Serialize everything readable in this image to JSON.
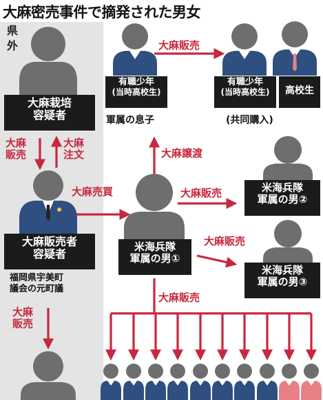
{
  "title": "大麻密売事件で摘発された男女",
  "prefecture_tag": "県外",
  "nodes": {
    "cultivation_suspect": {
      "line1": "大麻栽培",
      "line2": "容疑者"
    },
    "sales_suspect": {
      "line1": "大麻販売者",
      "line2": "容疑者"
    },
    "sales_suspect_note": {
      "line1": "福岡県宇美町",
      "line2": "議会の元町議"
    },
    "marine_man_1": {
      "line1": "米海兵隊",
      "line2": "軍属の男①"
    },
    "marine_man_2": {
      "line1": "米海兵隊",
      "line2": "軍属の男②"
    },
    "marine_man_3": {
      "line1": "米海兵隊",
      "line2": "軍属の男③"
    },
    "youth_a": {
      "line1": "有職少年",
      "line2": "(当時高校生)",
      "note": "軍属の息子"
    },
    "youth_b": {
      "line1": "有職少年",
      "line2": "(当時高校生)"
    },
    "high_school_student": {
      "line1": "高校生"
    },
    "joint_purchase": "(共同購入)"
  },
  "edges": {
    "sale_between_youths": "大麻販売",
    "sale_cultivator_to_seller": {
      "line1": "大麻",
      "line2": "販売"
    },
    "order_seller_to_cultivator": {
      "line1": "大麻",
      "line2": "注文"
    },
    "transfer_man1_to_youth": "大麻譲渡",
    "buy_sell_seller_man1": "大麻売買",
    "sale_man1_to_man2": "大麻販売",
    "sale_man1_to_man3": "大麻販売",
    "sale_man1_to_group": "大麻販売",
    "sale_seller_to_bottom": {
      "line1": "大麻",
      "line2": "販売"
    }
  },
  "colors": {
    "arrow": "#c8273d",
    "label_box": "#1b1b1b",
    "left_panel": "#e4e4e4",
    "figure_gray": "#6e6e6e",
    "figure_blue": "#2e4f7f",
    "figure_pink": "#e87f87"
  },
  "icons": {
    "person_gray": "person-gray-icon",
    "person_suit": "person-suit-icon",
    "person_blue": "person-blue-icon",
    "person_pink": "person-pink-icon"
  }
}
